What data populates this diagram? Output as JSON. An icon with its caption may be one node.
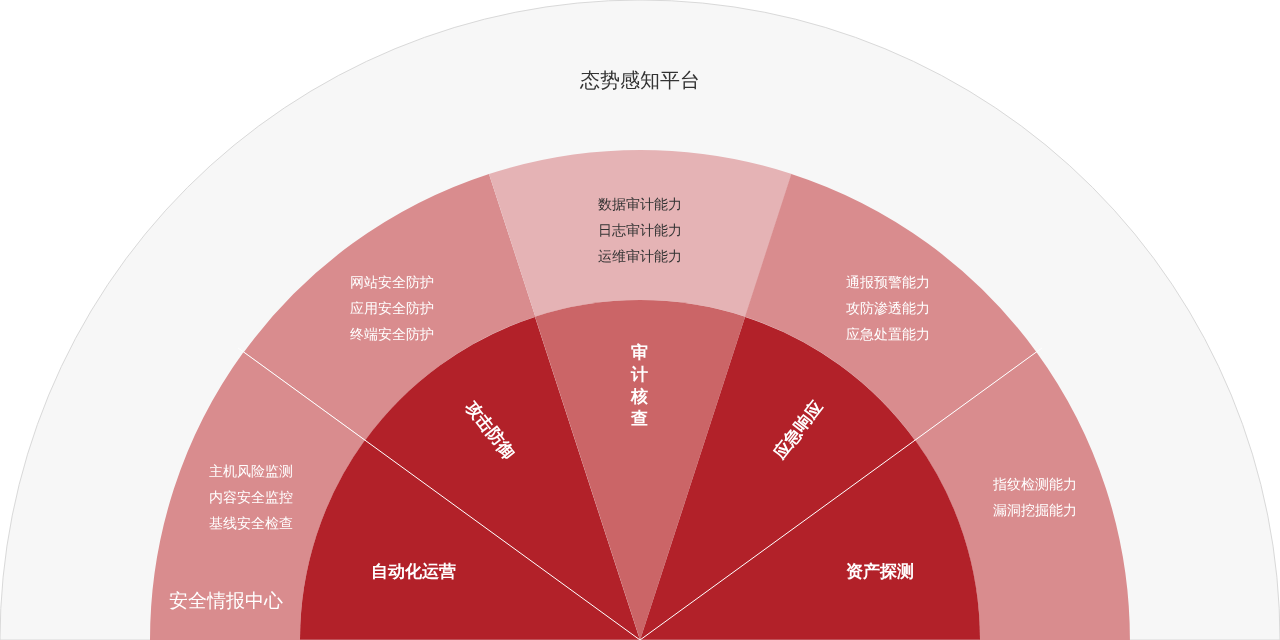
{
  "diagram": {
    "nodes": [
      {
        "text": [
          "态势感知平台"
        ]
      },
      {
        "text": [
          "主机风险监测",
          "内容安全监控",
          "基线安全检查",
          "安全情报中心"
        ],
        "in": 0
      },
      {
        "text": [
          "网站安全防护",
          "应用安全防护",
          "终端安全防护"
        ],
        "in": 0
      },
      {
        "text": [
          "数据审计能力",
          "日志审计能力",
          "运维审计能力"
        ],
        "in": 0
      },
      {
        "text": [
          "通报预警能力",
          "攻防渗透能力",
          "应急处置能力"
        ],
        "in": 0
      },
      {
        "text": [
          "指纹检测能力",
          "漏洞挖掘能力"
        ],
        "in": 0
      },
      {
        "text": [
          "自动化运营"
        ],
        "in": 0
      },
      {
        "text": [
          "攻击防御"
        ],
        "in": 0
      },
      {
        "text": [
          "审计核查"
        ],
        "in": 0
      },
      {
        "text": [
          "应急响应"
        ],
        "in": 0
      },
      {
        "text": [
          "资产探测"
        ],
        "in": 0
      }
    ]
  }
}
